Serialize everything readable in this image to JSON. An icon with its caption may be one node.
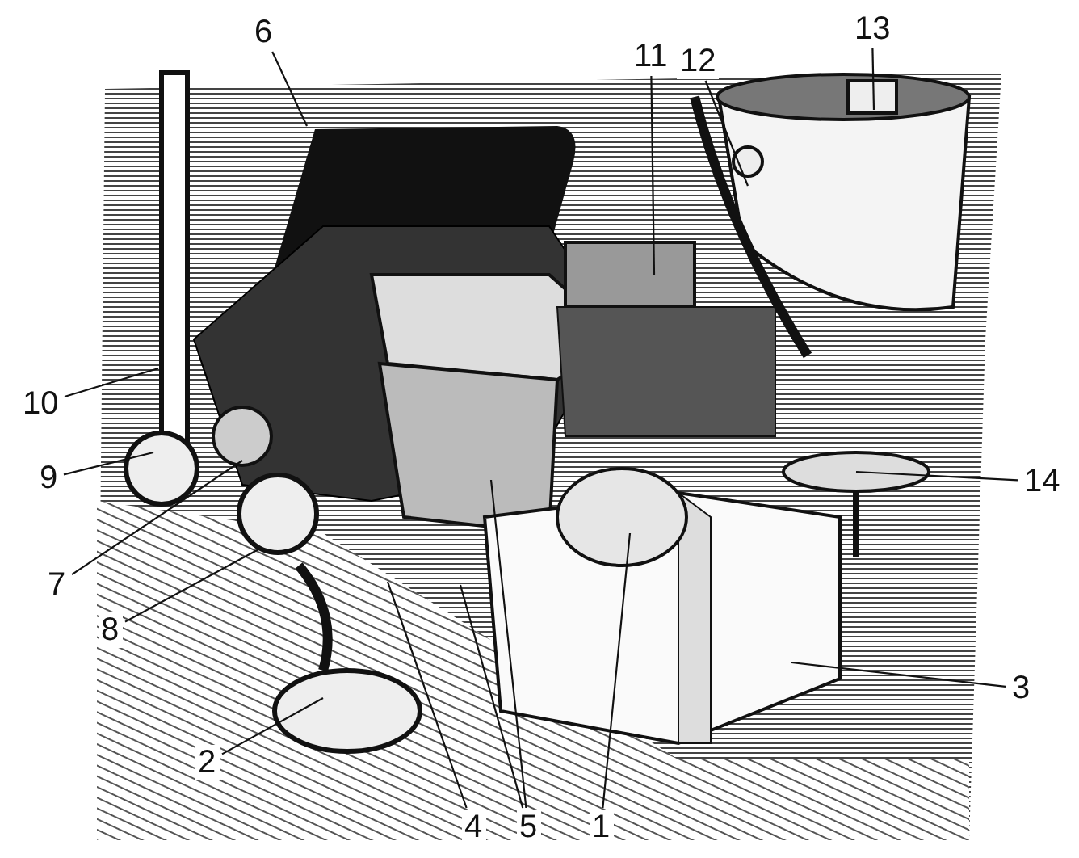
{
  "diagram": {
    "nodes": [
      {
        "text": [
          "13"
        ]
      },
      {
        "text": [
          "6"
        ]
      },
      {
        "text": [
          "11"
        ]
      },
      {
        "text": [
          "12"
        ]
      },
      {
        "text": [
          "10"
        ]
      },
      {
        "text": [
          "9"
        ]
      },
      {
        "text": [
          "14"
        ]
      },
      {
        "text": [
          "7"
        ]
      },
      {
        "text": [
          "8"
        ]
      },
      {
        "text": [
          "3"
        ]
      },
      {
        "text": [
          "2"
        ]
      },
      {
        "text": [
          "4"
        ]
      },
      {
        "text": [
          "5"
        ]
      },
      {
        "text": [
          "1"
        ]
      }
    ],
    "edges": [
      {
        "from": 0,
        "to": null,
        "arrow": "none"
      },
      {
        "from": 1,
        "to": null,
        "arrow": "none"
      },
      {
        "from": 2,
        "to": null,
        "arrow": "none"
      },
      {
        "from": 3,
        "to": null,
        "arrow": "none"
      },
      {
        "from": 4,
        "to": null,
        "arrow": "none"
      },
      {
        "from": 5,
        "to": null,
        "arrow": "none"
      },
      {
        "from": 6,
        "to": null,
        "arrow": "none"
      },
      {
        "from": 7,
        "to": null,
        "arrow": "none"
      },
      {
        "from": 8,
        "to": null,
        "arrow": "none"
      },
      {
        "from": 9,
        "to": null,
        "arrow": "none"
      },
      {
        "from": 10,
        "to": null,
        "arrow": "none"
      },
      {
        "from": 11,
        "to": null,
        "arrow": "none"
      },
      {
        "from": 12,
        "to": null,
        "arrow": "none"
      },
      {
        "from": 12,
        "to": null,
        "arrow": "none"
      },
      {
        "from": 13,
        "to": null,
        "arrow": "none"
      }
    ]
  }
}
